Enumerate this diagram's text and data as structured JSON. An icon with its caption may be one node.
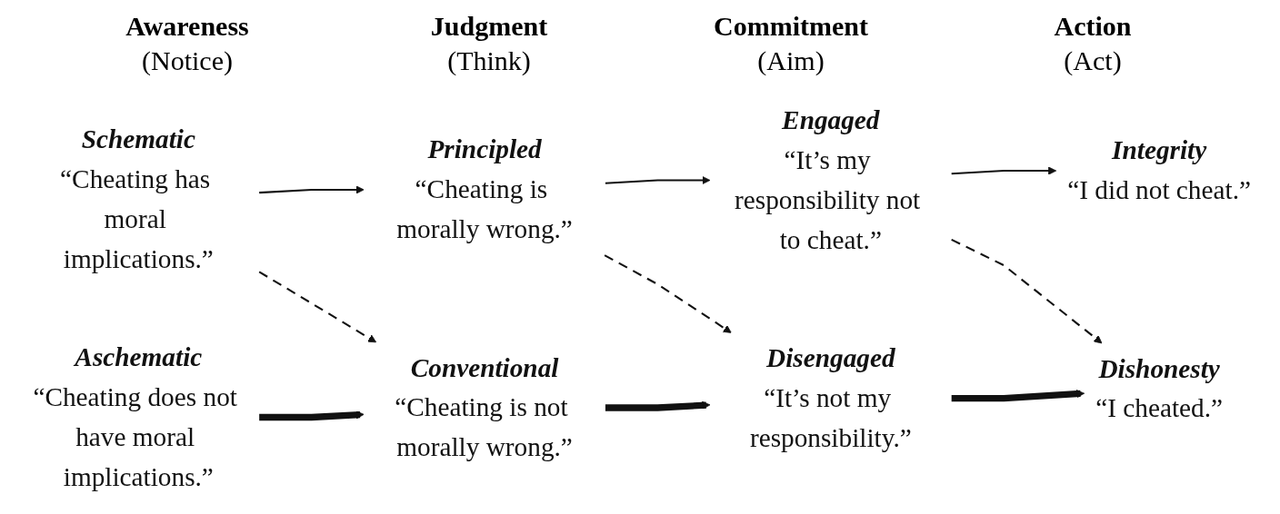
{
  "diagram": {
    "nodes": [
      {
        "text": [
          "Schematic",
          "“Cheating has moral implications.”"
        ]
      },
      {
        "text": [
          "Principled",
          "“Cheating is morally wrong.”"
        ]
      },
      {
        "text": [
          "Engaged",
          "“It’s my responsibility not to cheat.”"
        ]
      },
      {
        "text": [
          "Integrity",
          "“I did not cheat.”"
        ]
      },
      {
        "text": [
          "Aschematic",
          "“Cheating does not have moral implications.”"
        ]
      },
      {
        "text": [
          "Conventional",
          "“Cheating is not morally wrong.”"
        ]
      },
      {
        "text": [
          "Disengaged",
          "“It’s not my responsibility.”"
        ]
      },
      {
        "text": [
          "Dishonesty",
          "“I cheated.”"
        ]
      }
    ],
    "edges": [
      {
        "from": 0,
        "to": 1,
        "arrow": "to"
      },
      {
        "from": 0,
        "to": 5,
        "arrow": "to",
        "style": "dashed"
      },
      {
        "from": 4,
        "to": 5,
        "arrow": "to",
        "style": "thick"
      },
      {
        "from": 1,
        "to": 2,
        "arrow": "to"
      },
      {
        "from": 1,
        "to": 6,
        "arrow": "to",
        "style": "dashed"
      },
      {
        "from": 5,
        "to": 6,
        "arrow": "to",
        "style": "thick"
      },
      {
        "from": 2,
        "to": 3,
        "arrow": "to"
      },
      {
        "from": 2,
        "to": 7,
        "arrow": "to",
        "style": "dashed"
      },
      {
        "from": 6,
        "to": 7,
        "arrow": "to",
        "style": "thick"
      }
    ],
    "labels": [
      "Awareness",
      "(Notice)",
      "Judgment",
      "(Think)",
      "Commitment",
      "(Aim)",
      "Action",
      "(Act)"
    ]
  }
}
